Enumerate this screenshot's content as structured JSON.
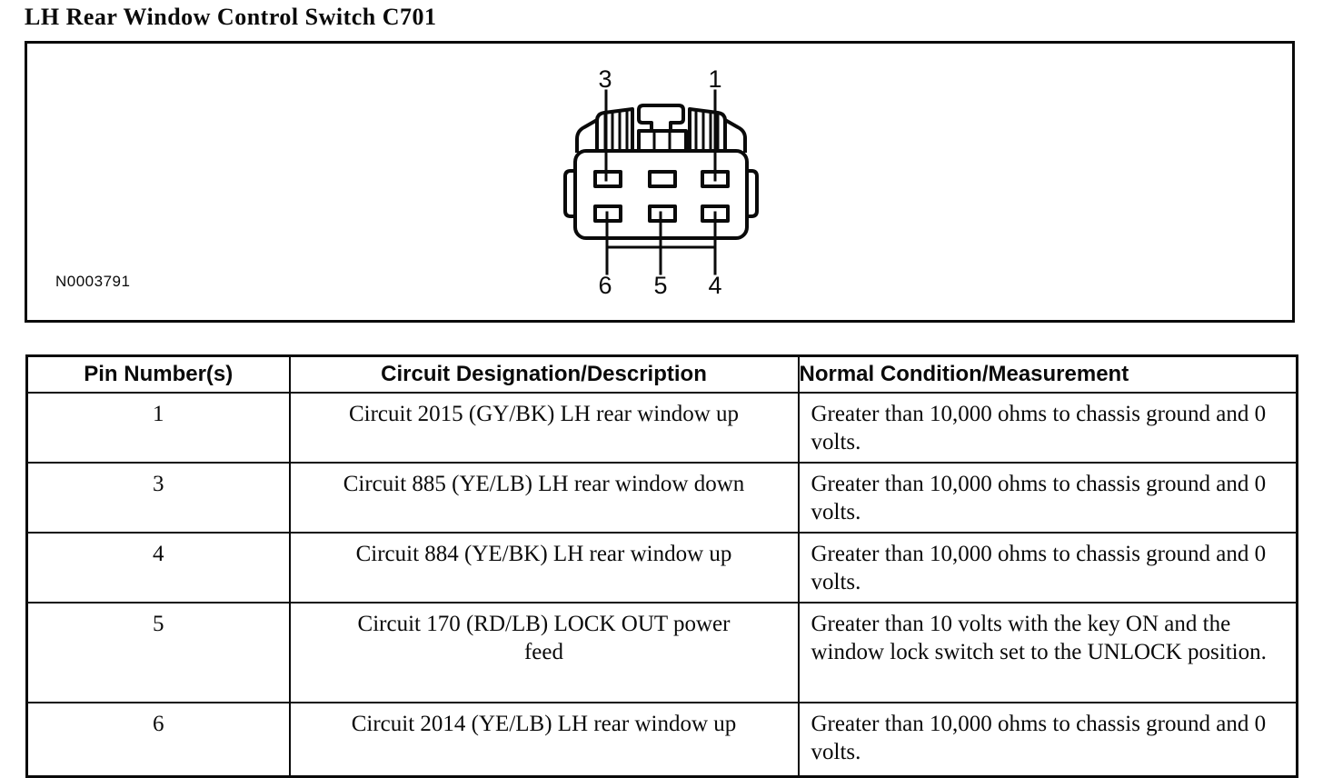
{
  "page": {
    "title": "LH Rear Window Control Switch C701"
  },
  "figure": {
    "figure_id": "N0003791",
    "connector": {
      "description": "6-pin connector face view",
      "pin_labels": {
        "top": [
          "3",
          "1"
        ],
        "bottom": [
          "6",
          "5",
          "4"
        ]
      }
    }
  },
  "table": {
    "headers": [
      "Pin Number(s)",
      "Circuit Designation/Description",
      "Normal Condition/Measurement"
    ],
    "rows": [
      {
        "pin": "1",
        "circuit": "Circuit 2015 (GY/BK) LH rear window up",
        "condition": "Greater than 10,000 ohms to chassis ground and 0 volts."
      },
      {
        "pin": "3",
        "circuit": "Circuit 885 (YE/LB) LH rear window down",
        "condition": "Greater than 10,000 ohms to chassis ground and 0 volts."
      },
      {
        "pin": "4",
        "circuit": "Circuit 884 (YE/BK) LH rear window up",
        "condition": "Greater than 10,000 ohms to chassis ground and 0 volts."
      },
      {
        "pin": "5",
        "circuit": "Circuit 170 (RD/LB) LOCK OUT power feed",
        "condition": "Greater than 10 volts with the key ON and the window lock switch set to the UNLOCK position."
      },
      {
        "pin": "6",
        "circuit": "Circuit 2014 (YE/LB) LH rear window up",
        "condition": "Greater than 10,000 ohms to chassis ground and 0 volts."
      }
    ]
  }
}
